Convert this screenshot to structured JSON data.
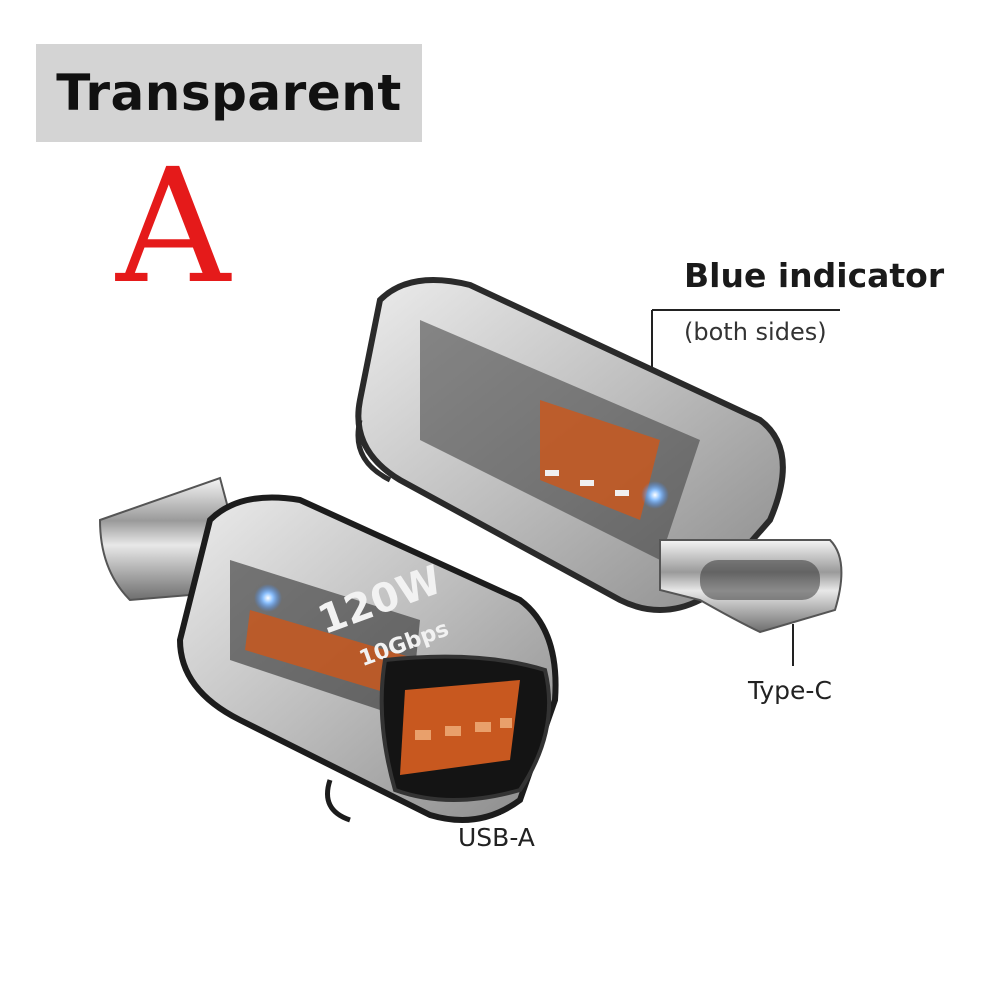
{
  "banner": {
    "label": "Transparent"
  },
  "variant": {
    "letter": "A"
  },
  "callouts": {
    "indicator_title": "Blue indicator",
    "indicator_subtitle": "(both sides)",
    "type_c": "Type-C",
    "usb_a": "USB-A"
  },
  "device": {
    "power_label": "120W",
    "speed_label": "10Gbps"
  },
  "colors": {
    "banner_bg": "#d4d4d4",
    "variant_letter": "#e51a1a",
    "accent_orange": "#c8581f",
    "led_blue": "#3a8bff"
  }
}
